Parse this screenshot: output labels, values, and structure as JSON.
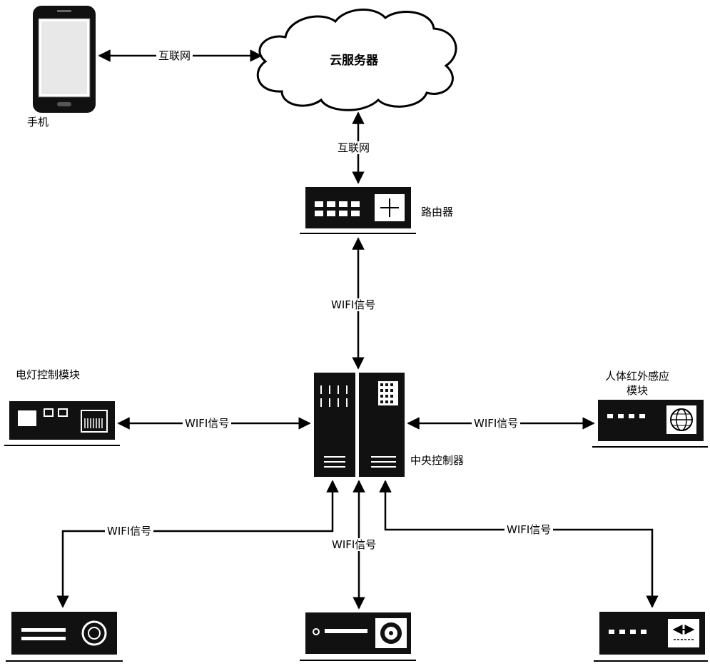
{
  "nodes": {
    "phone": "手机",
    "cloud": "云服务器",
    "router": "路由器",
    "controller": "中央控制器",
    "light_module": "电灯控制模块",
    "ir_module_line1": "人体红外感应",
    "ir_module_line2": "模块"
  },
  "edges": {
    "phone_cloud": "互联网",
    "cloud_router": "互联网",
    "router_controller": "WIFI信号",
    "light_controller": "WIFI信号",
    "ir_controller": "WIFI信号",
    "projector_controller": "WIFI信号",
    "player_controller": "WIFI信号",
    "switch_controller": "WIFI信号"
  }
}
